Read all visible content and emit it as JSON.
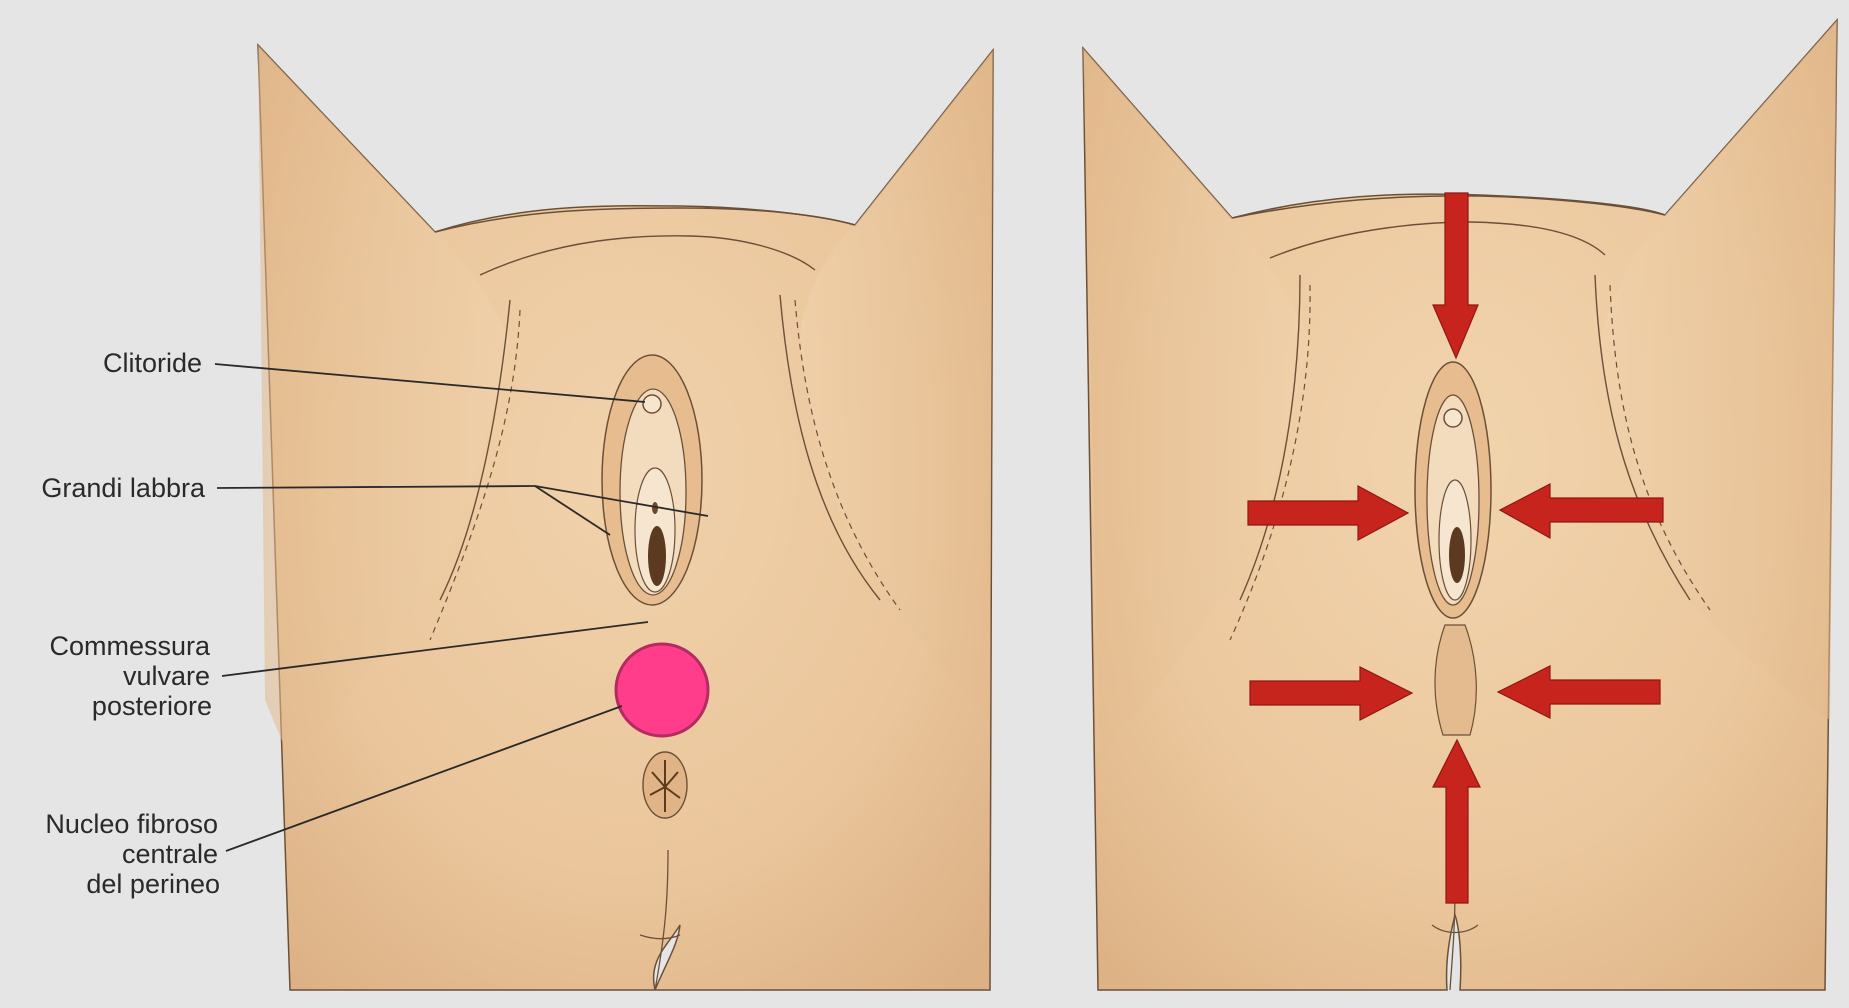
{
  "labels": {
    "clitoride": "Clitoride",
    "grandi_labbra": "Grandi labbra",
    "commessura_1": "Commessura",
    "commessura_2": "vulvare",
    "commessura_3": "posteriore",
    "nucleo_1": "Nucleo fibroso",
    "nucleo_2": "centrale",
    "nucleo_3": "del perineo"
  },
  "colors": {
    "background": "#e6e5e6",
    "skin": "#ebc9a0",
    "skin_shadow": "#d9ad7f",
    "outline": "#5a4330",
    "leader_line": "#2b2a2a",
    "marker_dot": "#ff3d8b",
    "marker_outline": "#b52a5f",
    "arrow": "#c8241e"
  },
  "icons": {
    "marker": "pink-circle-marker",
    "arrows": "red-arrow-icon"
  }
}
